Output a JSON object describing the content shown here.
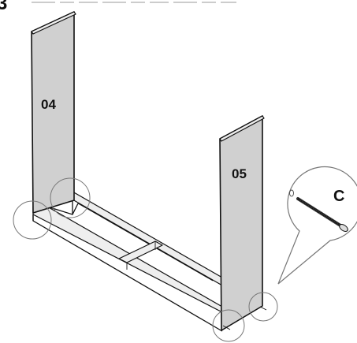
{
  "header": {
    "step_mark": "3"
  },
  "parts": {
    "left_panel_label": "04",
    "right_panel_label": "05"
  },
  "callout": {
    "hardware_label": "C",
    "hardware_icon": "screw-icon"
  },
  "colors": {
    "panel": "#d0d0d0",
    "line": "#111111",
    "marker": "#777777"
  }
}
